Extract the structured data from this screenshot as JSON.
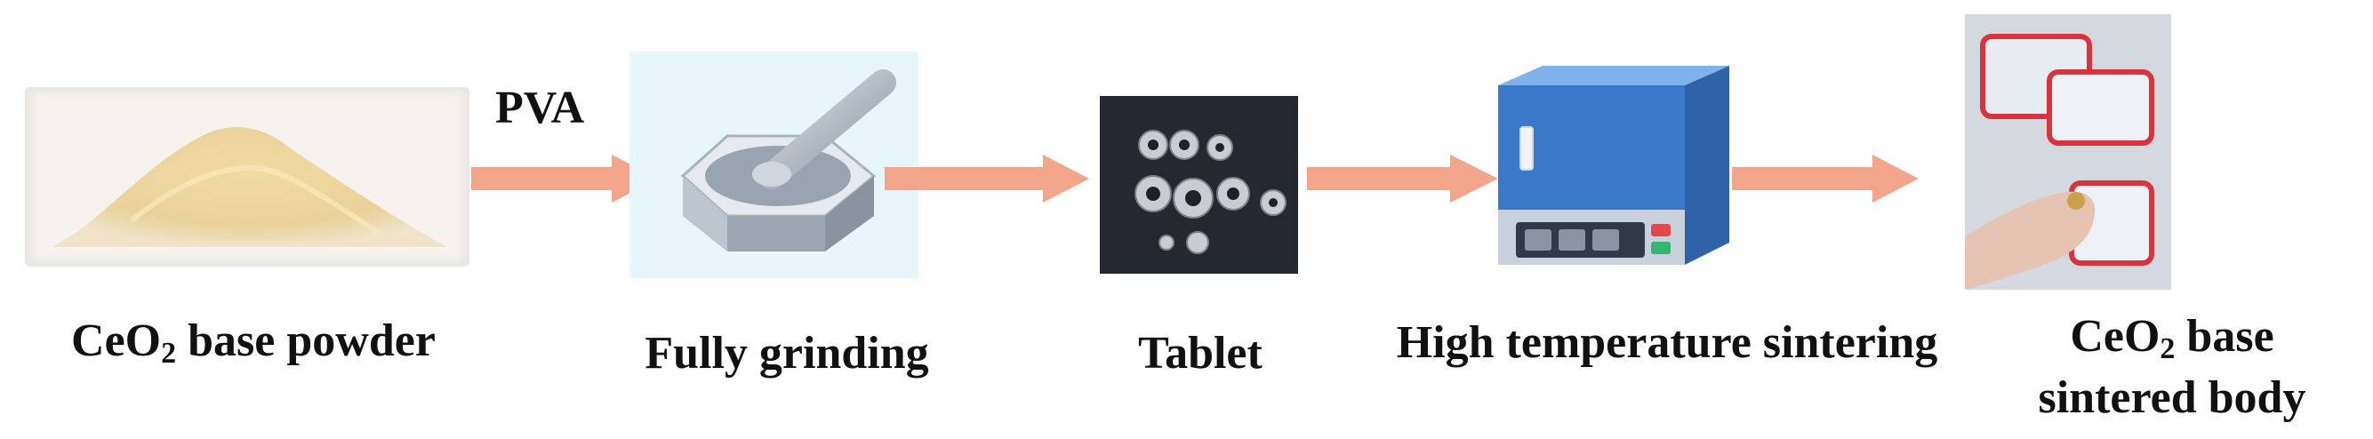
{
  "diagram": {
    "steps": [
      {
        "label_main": "CeO",
        "label_sub": "2",
        "label_rest": " base powder"
      },
      {
        "label": "Fully grinding"
      },
      {
        "label": "Tablet"
      },
      {
        "label": "High temperature sintering"
      },
      {
        "label_line1_main": "CeO",
        "label_line1_sub": "2",
        "label_line1_rest": " base",
        "label_line2": "sintered body"
      }
    ],
    "additive_label": "PVA"
  },
  "colors": {
    "arrow": "#f2a58a",
    "furnace_body": "#3a78c9",
    "furnace_panel": "#2e3a46"
  }
}
